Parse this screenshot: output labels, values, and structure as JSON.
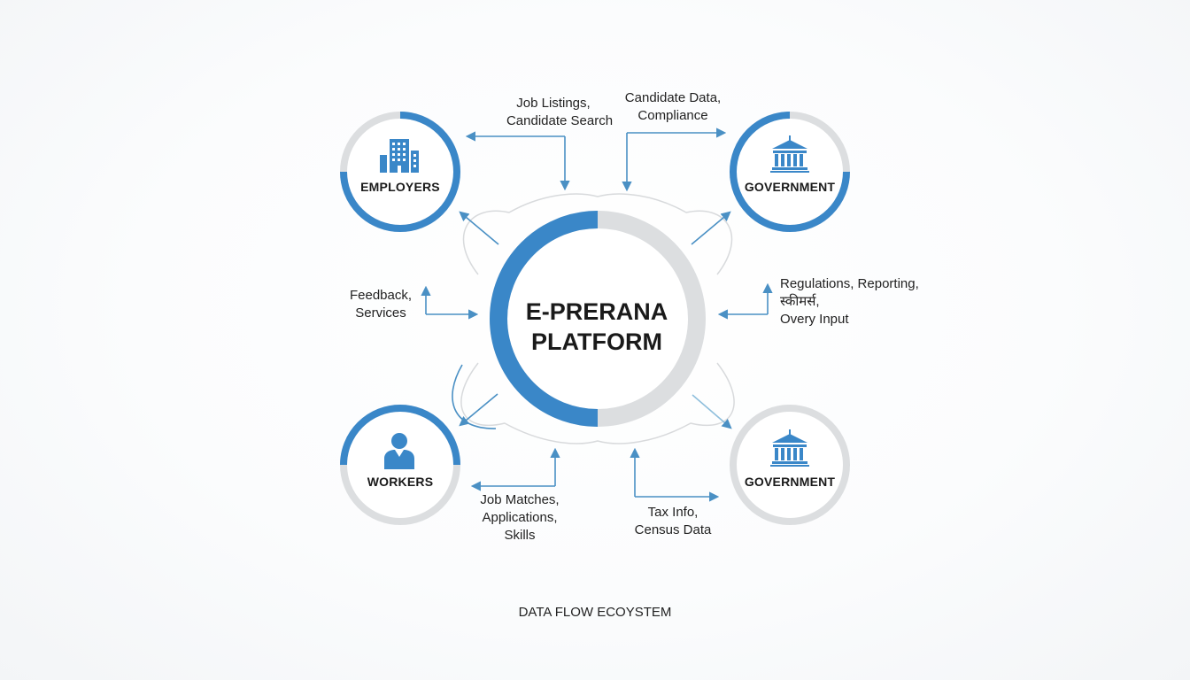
{
  "hub": {
    "line1": "E-PRERANA",
    "line2": "PLATFORM"
  },
  "nodes": {
    "employers": {
      "label": "EMPLOYERS",
      "icon": "building-icon"
    },
    "government_top": {
      "label": "GOVERNMENT",
      "icon": "government-building-icon"
    },
    "workers": {
      "label": "WORKERS",
      "icon": "person-icon"
    },
    "government_bottom": {
      "label": "GOVERNMENT",
      "icon": "government-building-icon"
    }
  },
  "flows": {
    "employers_top": {
      "line1": "Job Listings,",
      "line2": "Candidate Search"
    },
    "government_top": {
      "line1": "Candidate Data,",
      "line2": "Compliance"
    },
    "employers_side": {
      "line1": "Feedback,",
      "line2": "Services"
    },
    "government_side": {
      "line1": "Regulations, Reporting,",
      "line2": "स्कीमर्स,",
      "line3": "Overy Input"
    },
    "workers_bottom": {
      "line1": "Job Matches,",
      "line2": "Applications,",
      "line3": "Skills"
    },
    "government_bottom": {
      "line1": "Tax Info,",
      "line2": "Census Data"
    }
  },
  "footer": {
    "title": "DATA FLOW ECOYSTEM"
  },
  "colors": {
    "accent_blue": "#3a87c8",
    "ring_gray": "#dcdee0",
    "arrow_blue": "#4a90c4",
    "text": "#1f1f1f"
  }
}
